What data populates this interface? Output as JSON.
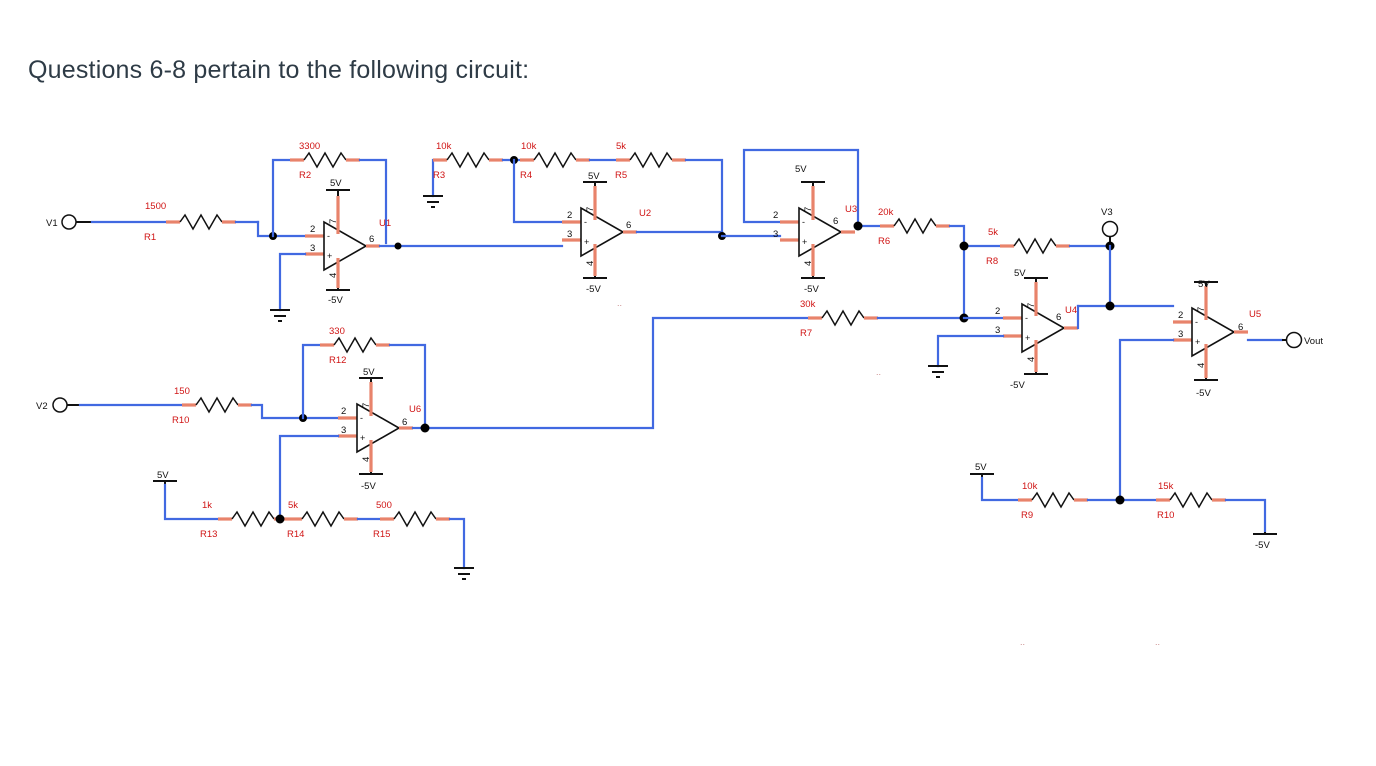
{
  "page": {
    "title": "Questions 6-8 pertain to the following circuit:",
    "title_color": "#2e3b46",
    "background": "#ffffff"
  },
  "colors": {
    "wire": "#4169e1",
    "lead": "#e8836b",
    "label": "#d01515",
    "ink": "#111111"
  },
  "schematic": {
    "sources": [
      {
        "name": "V1",
        "kind": "input-terminal"
      },
      {
        "name": "V2",
        "kind": "input-terminal"
      },
      {
        "name": "V3",
        "kind": "input-terminal"
      },
      {
        "name": "Vout",
        "kind": "output-terminal"
      }
    ],
    "opamps": [
      {
        "ref": "U1",
        "pin_minus": "2",
        "pin_plus": "3",
        "pin_out": "6",
        "pin_vpos": "7",
        "pin_vneg": "4",
        "vpos": "5V",
        "vneg": "-5V"
      },
      {
        "ref": "U2",
        "pin_minus": "2",
        "pin_plus": "3",
        "pin_out": "6",
        "pin_vpos": "7",
        "pin_vneg": "4",
        "vpos": "5V",
        "vneg": "-5V"
      },
      {
        "ref": "U3",
        "pin_minus": "2",
        "pin_plus": "3",
        "pin_out": "6",
        "pin_vpos": "7",
        "pin_vneg": "4",
        "vpos": "5V",
        "vneg": "-5V"
      },
      {
        "ref": "U4",
        "pin_minus": "2",
        "pin_plus": "3",
        "pin_out": "6",
        "pin_vpos": "7",
        "pin_vneg": "4",
        "vpos": "5V",
        "vneg": "-5V"
      },
      {
        "ref": "U5",
        "pin_minus": "2",
        "pin_plus": "3",
        "pin_out": "6",
        "pin_vpos": "7",
        "pin_vneg": "4",
        "vpos": "5V",
        "vneg": "-5V"
      },
      {
        "ref": "U6",
        "pin_minus": "2",
        "pin_plus": "3",
        "pin_out": "6",
        "pin_vpos": "7",
        "pin_vneg": "4",
        "vpos": "5V",
        "vneg": "-5V"
      }
    ],
    "resistors": [
      {
        "ref": "R1",
        "value": "1500"
      },
      {
        "ref": "R2",
        "value": "3300"
      },
      {
        "ref": "R3",
        "value": "10k"
      },
      {
        "ref": "R4",
        "value": "10k"
      },
      {
        "ref": "R5",
        "value": "5k"
      },
      {
        "ref": "R6",
        "value": "20k"
      },
      {
        "ref": "R7",
        "value": "30k"
      },
      {
        "ref": "R8",
        "value": "5k"
      },
      {
        "ref": "R9",
        "value": "10k"
      },
      {
        "ref": "R10",
        "value": "15k"
      },
      {
        "ref": "R10b",
        "value": "150",
        "display_ref": "R10"
      },
      {
        "ref": "R12",
        "value": "330"
      },
      {
        "ref": "R13",
        "value": "1k"
      },
      {
        "ref": "R14",
        "value": "5k"
      },
      {
        "ref": "R15",
        "value": "500"
      }
    ],
    "rails": {
      "positive": "5V",
      "negative": "-5V"
    },
    "opamp_sign_minus": "-",
    "opamp_sign_plus": "+"
  }
}
